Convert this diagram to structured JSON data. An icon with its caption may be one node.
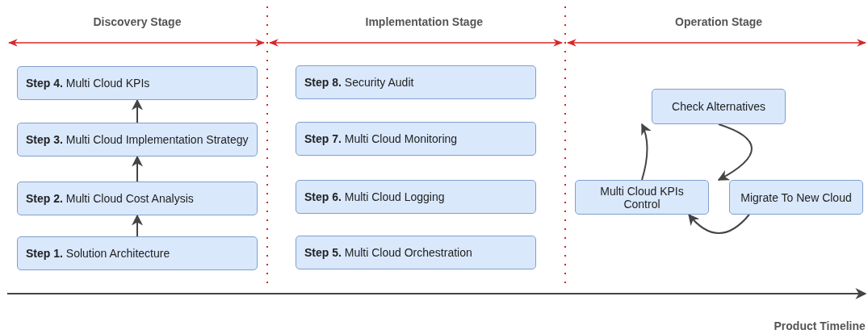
{
  "diagram": {
    "nodes": [
      {
        "text": [
          "**Step 4.** Multi Cloud KPIs"
        ]
      },
      {
        "text": [
          "**Step 3.** Multi Cloud Implementation Strategy"
        ]
      },
      {
        "text": [
          "**Step 2.** Multi Cloud Cost Analysis"
        ]
      },
      {
        "text": [
          "**Step 1.** Solution Architecture"
        ]
      },
      {
        "text": [
          "**Step 8.** Security Audit"
        ]
      },
      {
        "text": [
          "**Step 7.** Multi Cloud Monitoring"
        ]
      },
      {
        "text": [
          "**Step 6.** Multi Cloud Logging"
        ]
      },
      {
        "text": [
          "**Step 5.** Multi Cloud Orchestration"
        ]
      },
      {
        "text": [
          "Check Alternatives"
        ]
      },
      {
        "text": [
          "Multi Cloud KPIs Control"
        ]
      },
      {
        "text": [
          "Migrate To New Cloud"
        ]
      }
    ],
    "edges": [
      {
        "from": 3,
        "to": 2,
        "arrow": "to"
      },
      {
        "from": 2,
        "to": 1,
        "arrow": "to"
      },
      {
        "from": 1,
        "to": 0,
        "arrow": "to"
      },
      {
        "from": 9,
        "to": 8,
        "arrow": "to"
      },
      {
        "from": 8,
        "to": 10,
        "arrow": "to"
      },
      {
        "from": 10,
        "to": 9,
        "arrow": "to"
      }
    ],
    "labels": [
      "Discovery Stage",
      "Implementation Stage",
      "Operation Stage",
      "Product Timeline"
    ]
  }
}
